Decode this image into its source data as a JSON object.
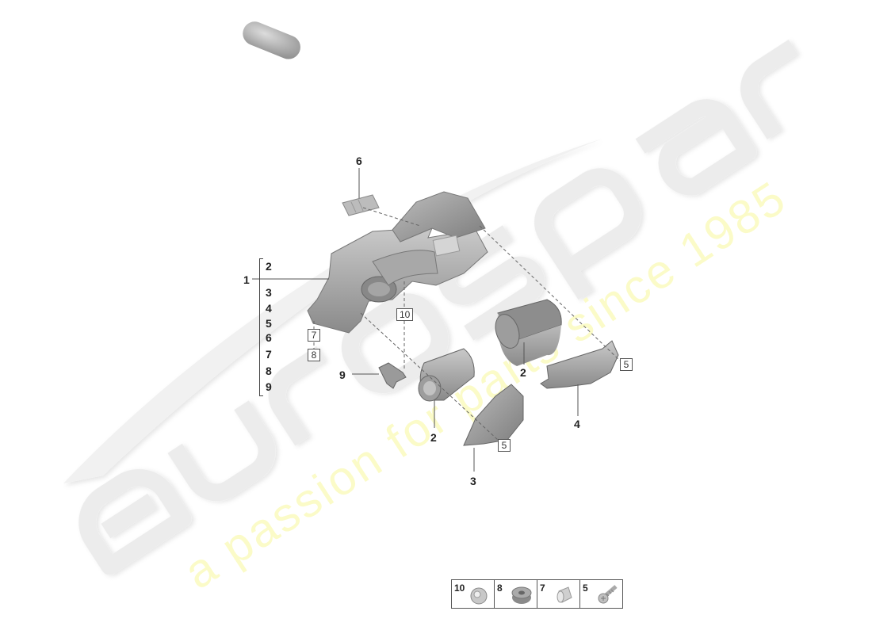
{
  "diagram": {
    "type": "exploded-parts-diagram",
    "subject": "air filter housing / intake assembly",
    "watermark": {
      "logo_text": "eurospares",
      "tagline": "a passion for parts since 1985",
      "logo_color": "#eeeeee",
      "tagline_color": "#fbfbc8"
    },
    "callouts": [
      {
        "id": "c1",
        "label": "1",
        "part": "air filter housing assembly"
      },
      {
        "id": "c6",
        "label": "6",
        "part": "cover / seal plate"
      },
      {
        "id": "c2a",
        "label": "2",
        "part": "air filter element (right)"
      },
      {
        "id": "c2b",
        "label": "2",
        "part": "air filter element (left)"
      },
      {
        "id": "c3",
        "label": "3",
        "part": "housing cover (left)"
      },
      {
        "id": "c4",
        "label": "4",
        "part": "housing cover (right)"
      },
      {
        "id": "c9",
        "label": "9",
        "part": "bracket"
      }
    ],
    "bracket_list": {
      "parent": "1",
      "items": [
        "2",
        "3",
        "4",
        "5",
        "6",
        "7",
        "8",
        "9"
      ]
    },
    "box_refs": [
      {
        "id": "b7",
        "label": "7"
      },
      {
        "id": "b8",
        "label": "8"
      },
      {
        "id": "b10",
        "label": "10"
      },
      {
        "id": "b5a",
        "label": "5"
      },
      {
        "id": "b5b",
        "label": "5"
      }
    ],
    "legend": [
      {
        "num": "10",
        "part": "grommet"
      },
      {
        "num": "8",
        "part": "rubber bushing"
      },
      {
        "num": "7",
        "part": "spacer sleeve"
      },
      {
        "num": "5",
        "part": "screw"
      }
    ]
  }
}
